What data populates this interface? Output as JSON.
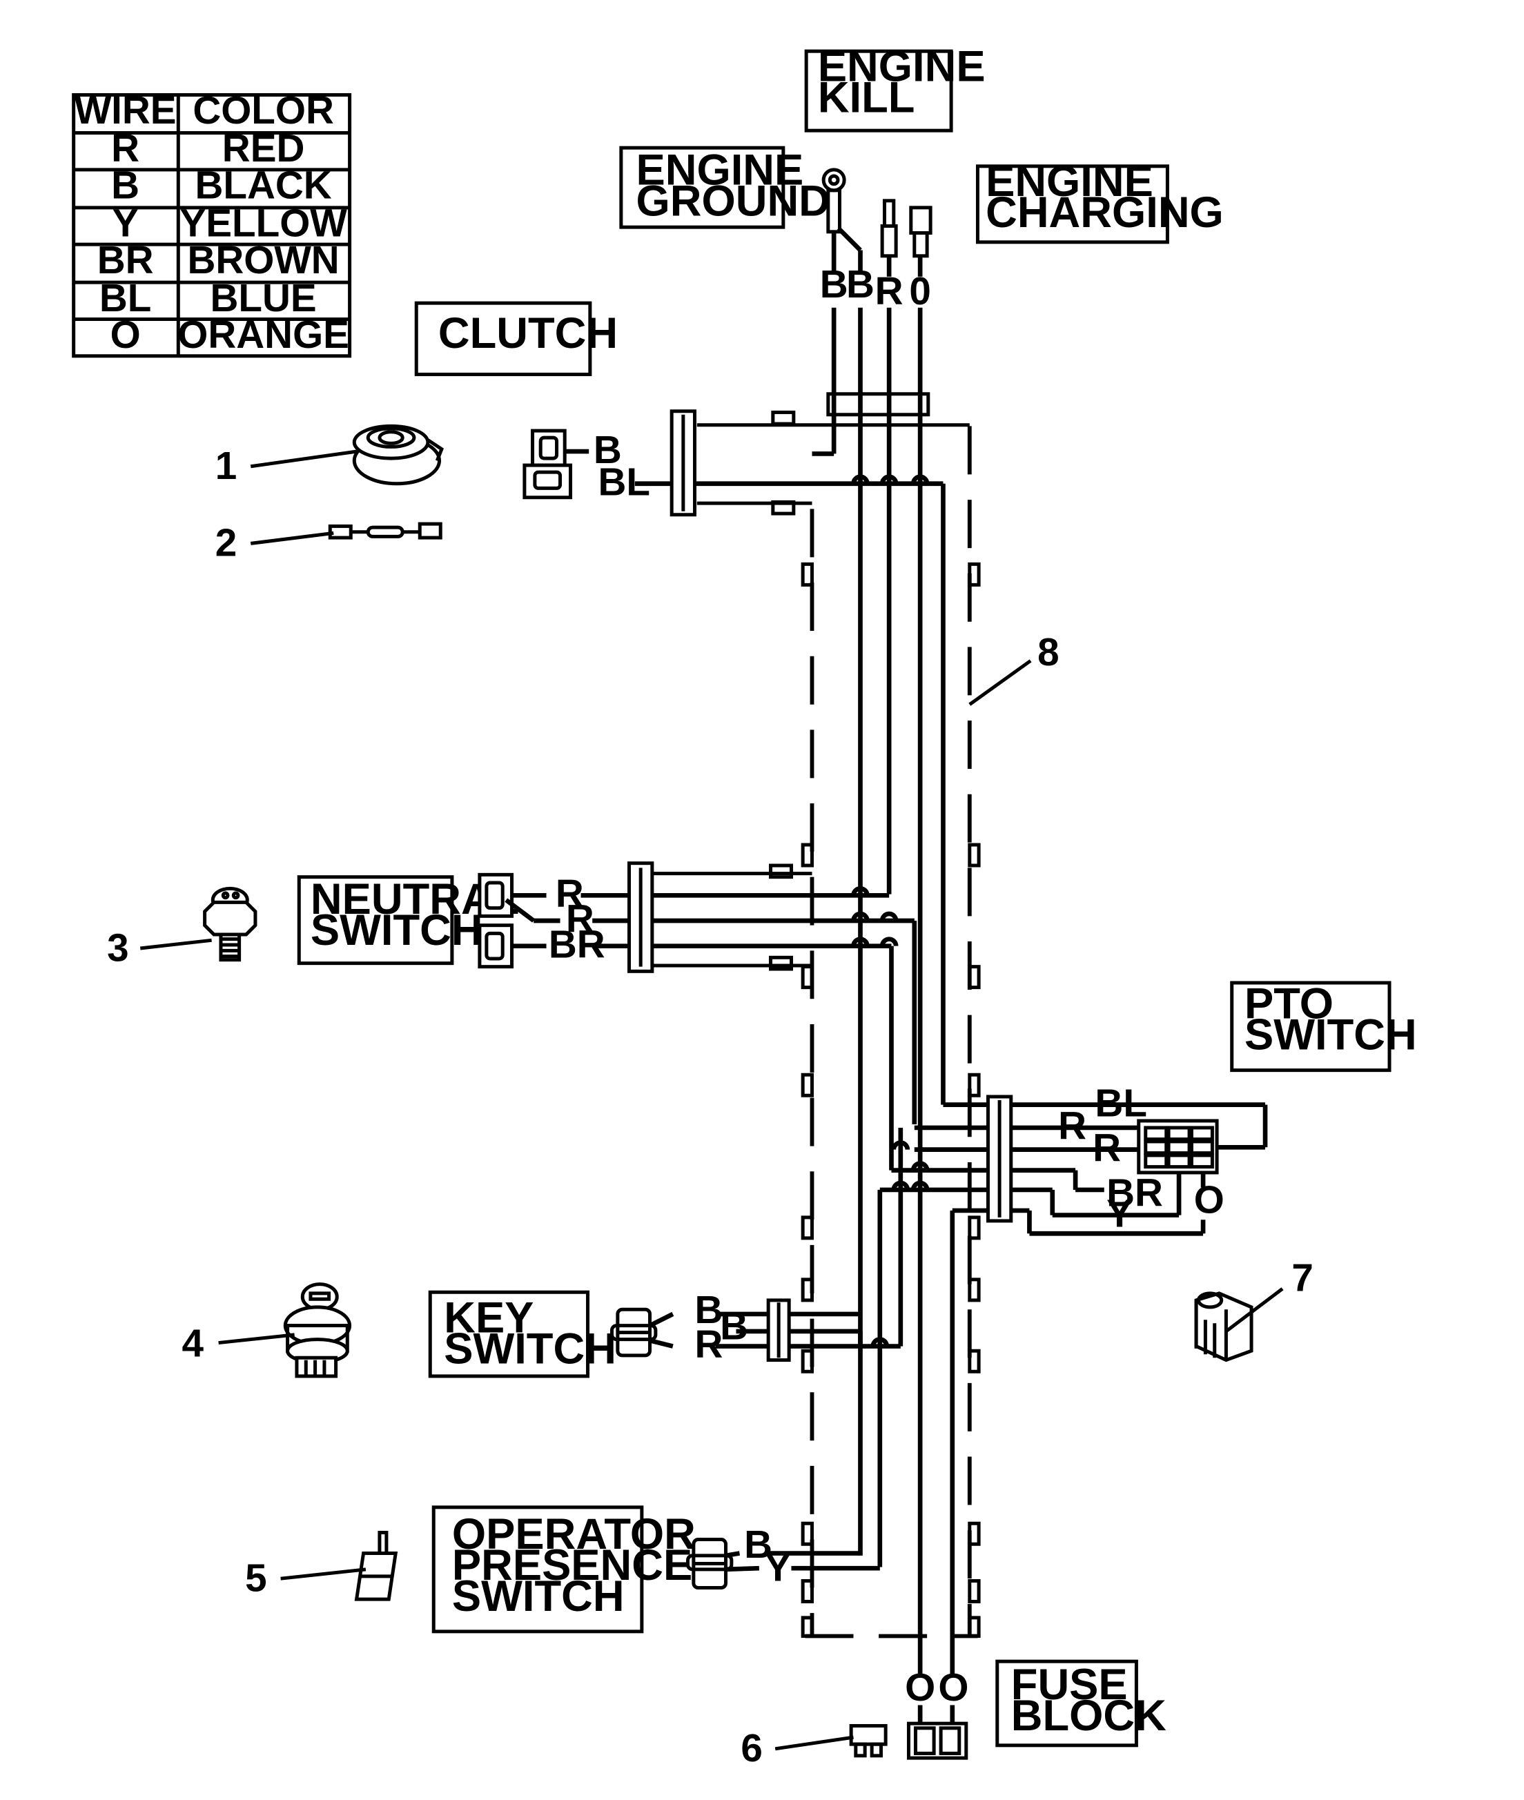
{
  "legend": {
    "headers": [
      "WIRE",
      "COLOR"
    ],
    "rows": [
      [
        "R",
        "RED"
      ],
      [
        "B",
        "BLACK"
      ],
      [
        "Y",
        "YELLOW"
      ],
      [
        "BR",
        "BROWN"
      ],
      [
        "BL",
        "BLUE"
      ],
      [
        "O",
        "ORANGE"
      ]
    ]
  },
  "labels": {
    "engine_kill": [
      "ENGINE",
      "KILL"
    ],
    "engine_ground": [
      "ENGINE",
      "GROUND"
    ],
    "engine_charging": [
      "ENGINE",
      "CHARGING"
    ],
    "clutch": [
      "CLUTCH"
    ],
    "neutral_switch": [
      "NEUTRAL",
      "SWITCH"
    ],
    "pto_switch": [
      "PTO",
      "SWITCH"
    ],
    "key_switch": [
      "KEY",
      "SWITCH"
    ],
    "operator_presence_switch": [
      "OPERATOR",
      "PRESENCE",
      "SWITCH"
    ],
    "fuse_block": [
      "FUSE",
      "BLOCK"
    ]
  },
  "wire_labels": {
    "top": [
      "B",
      "B",
      "R",
      "0"
    ],
    "clutch": [
      "B",
      "BL"
    ],
    "neutral": [
      "R",
      "R",
      "BR"
    ],
    "pto": [
      "BL",
      "R",
      "R",
      "BR",
      "Y",
      "O"
    ],
    "key": [
      "B",
      "B",
      "R"
    ],
    "operator": [
      "B",
      "Y"
    ],
    "fuse": [
      "O",
      "O"
    ]
  },
  "callouts": [
    "1",
    "2",
    "3",
    "4",
    "5",
    "6",
    "7",
    "8"
  ]
}
